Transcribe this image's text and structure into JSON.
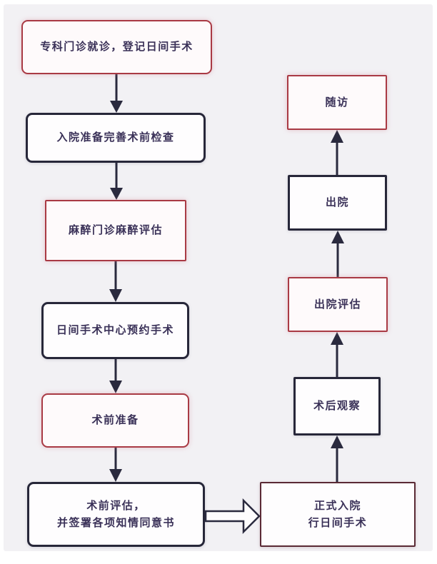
{
  "flowchart": {
    "description": "day-surgery patient pathway flowchart",
    "boxes": [
      {
        "id": "specialist-clinic-registration",
        "label": "专科门诊就诊，登记日间手术",
        "border": "red"
      },
      {
        "id": "admission-preparation",
        "label": "入院准备完善术前检查",
        "border": "dark"
      },
      {
        "id": "anesthesia-clinic-evaluation",
        "label": "麻醉门诊麻醉评估",
        "border": "red"
      },
      {
        "id": "surgery-center-appointment",
        "label": "日间手术中心预约手术",
        "border": "dark"
      },
      {
        "id": "preoperative-preparation",
        "label": "术前准备",
        "border": "red"
      },
      {
        "id": "preoperative-evaluation",
        "line1": "术前评估，",
        "line2": "并签署各项知情同意书",
        "border": "dark"
      },
      {
        "id": "formal-admission",
        "line1": "正式入院",
        "line2": "行日间手术",
        "border": "maroon"
      },
      {
        "id": "postoperative-observation",
        "label": "术后观察",
        "border": "dark"
      },
      {
        "id": "discharge-evaluation",
        "label": "出院评估",
        "border": "red"
      },
      {
        "id": "discharge",
        "label": "出院",
        "border": "dark"
      },
      {
        "id": "follow-up",
        "label": "随访",
        "border": "red"
      }
    ],
    "colors": {
      "background": "#f2f1f4",
      "box_fill": "#fefdfe",
      "red_border": "#a93a44",
      "dark_border": "#272739",
      "maroon_border": "#5a2a35",
      "arrow": "#2a2a3e",
      "text": "#3a3158"
    }
  }
}
